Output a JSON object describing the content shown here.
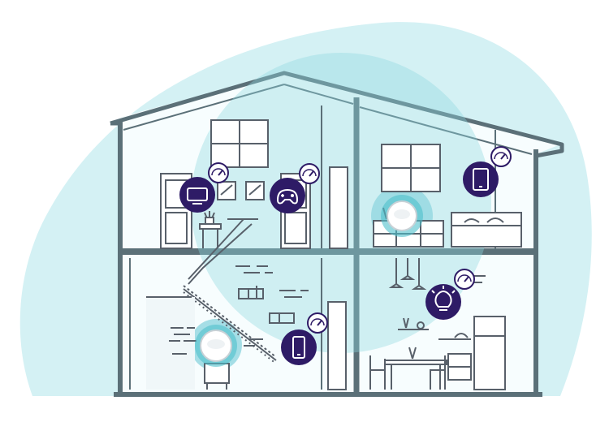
{
  "colors": {
    "background": "#ffffff",
    "blob": "#d4f1f4",
    "house_fill": "#f7fdfe",
    "wall_outline": "#5b7078",
    "line_art": "#58606a",
    "coverage": "#8fd7e0",
    "coverage_core": "#63c5d2",
    "device_badge": "#2e1b66",
    "device_icon": "#ffffff",
    "node_white": "#ffffff"
  },
  "mesh_nodes": [
    {
      "id": "upper-right-node",
      "room": "bedroom"
    },
    {
      "id": "lower-left-node",
      "room": "stairwell"
    }
  ],
  "devices": [
    {
      "icon": "tv-icon",
      "room": "living-room",
      "signal": "speed-gauge-icon"
    },
    {
      "icon": "game-controller-icon",
      "room": "living-room",
      "signal": "speed-gauge-icon"
    },
    {
      "icon": "tablet-icon",
      "room": "bedroom",
      "signal": "speed-gauge-icon"
    },
    {
      "icon": "smartphone-icon",
      "room": "stairwell",
      "signal": "speed-gauge-icon"
    },
    {
      "icon": "light-bulb-icon",
      "room": "kitchen",
      "signal": "speed-gauge-icon"
    }
  ]
}
